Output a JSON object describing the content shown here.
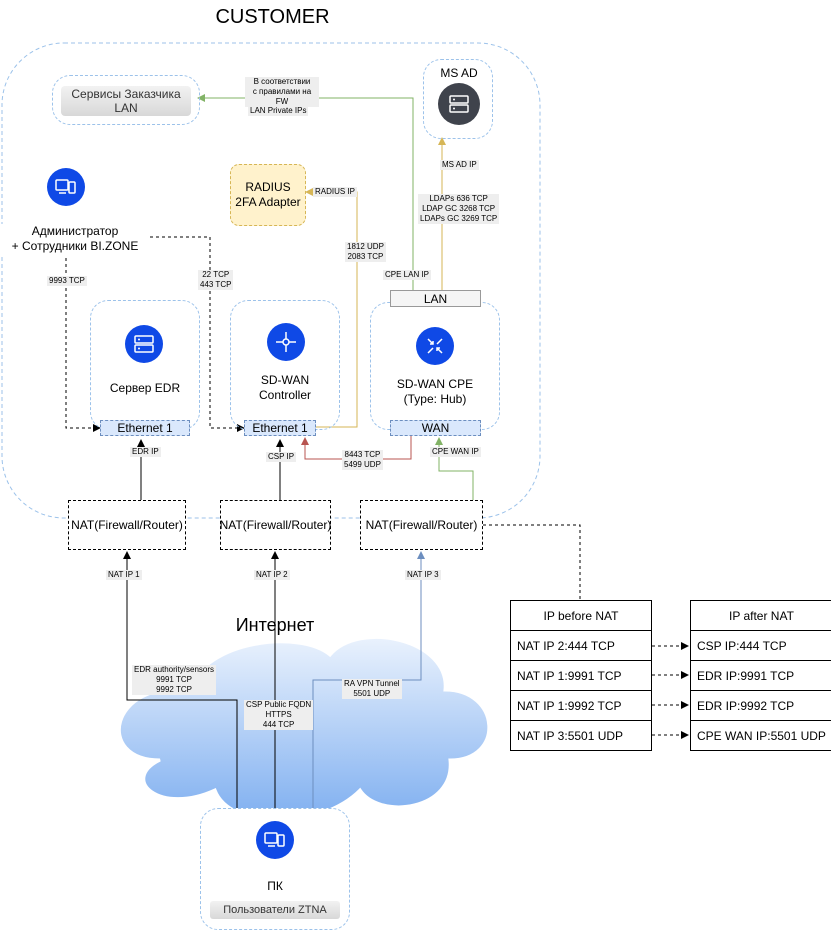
{
  "title": "CUSTOMER",
  "internet_label": "Интернет",
  "nodes": {
    "services": {
      "label": "Сервисы Заказчика\nLAN"
    },
    "ms_ad": {
      "label": "MS AD",
      "icon": "server-icon"
    },
    "radius": {
      "label": "RADIUS\n2FA Adapter"
    },
    "admin": {
      "label": "Администратор\n+ Сотрудники BI.ZONE",
      "icon": "devices-icon"
    },
    "edr": {
      "label": "Сервер EDR",
      "icon": "server-icon",
      "iface": "Ethernet 1"
    },
    "sdwan_ctrl": {
      "label": "SD-WAN\nController",
      "icon": "network-hub-icon",
      "iface": "Ethernet 1"
    },
    "sdwan_cpe": {
      "label": "SD-WAN CPE\n(Type: Hub)",
      "icon": "arrows-icon",
      "iface": "WAN",
      "lan": "LAN"
    },
    "nat": [
      "NAT(Firewall/Router)",
      "NAT(Firewall/Router)",
      "NAT(Firewall/Router)"
    ],
    "pc": {
      "label": "ПК",
      "badge": "Пользователи ZTNA",
      "icon": "devices-icon"
    }
  },
  "edge_labels": {
    "fw_rules": "В соответствии\nс правилами на FW",
    "lan_private": "LAN Private IPs",
    "ms_ad_ip": "MS AD  IP",
    "ldaps": "LDAPs 636 TCP\nLDAP GC 3268 TCP\nLDAPs GC 3269 TCP",
    "radius_ip": "RADIUS IP",
    "udp_1812": "1812 UDP\n2083 TCP",
    "cpe_lan_ip": "CPE LAN IP",
    "tcp_9993": "9993 TCP",
    "tcp_22_443": "22 TCP\n443 TCP",
    "edr_ip": "EDR IP",
    "csp_ip": "CSP IP",
    "tcp_8443": "8443 TCP\n5499 UDP",
    "cpe_wan_ip": "CPE WAN IP",
    "nat_ip_1": "NAT IP 1",
    "nat_ip_2": "NAT IP 2",
    "nat_ip_3": "NAT IP 3",
    "edr_sensors": "EDR authority/sensors\n9991 TCP\n9992 TCP",
    "csp_fqdn": "CSP Public FQDN\nHTTPS\n444 TCP",
    "ra_vpn": "RA VPN Tunnel\n5501 UDP"
  },
  "nat_table": {
    "before_header": "IP before NAT",
    "after_header": "IP after NAT",
    "rows": [
      {
        "before": "NAT IP 2:444 TCP",
        "after": "CSP IP:444 TCP"
      },
      {
        "before": "NAT IP 1:9991 TCP",
        "after": "EDR IP:9991 TCP"
      },
      {
        "before": "NAT IP 1:9992 TCP",
        "after": "EDR IP:9992 TCP"
      },
      {
        "before": "NAT IP 3:5501 UDP",
        "after": "CPE WAN IP:5501 UDP"
      }
    ]
  },
  "colors": {
    "brand_blue": "#0f49e6",
    "dark_icon": "#3f434c",
    "customer_border": "#9cc2ea",
    "green_link": "#82b366",
    "yellow_link": "#d6b656",
    "red_link": "#b85450",
    "blue_link": "#6c8ebf",
    "radius_fill": "#fff2cc"
  }
}
